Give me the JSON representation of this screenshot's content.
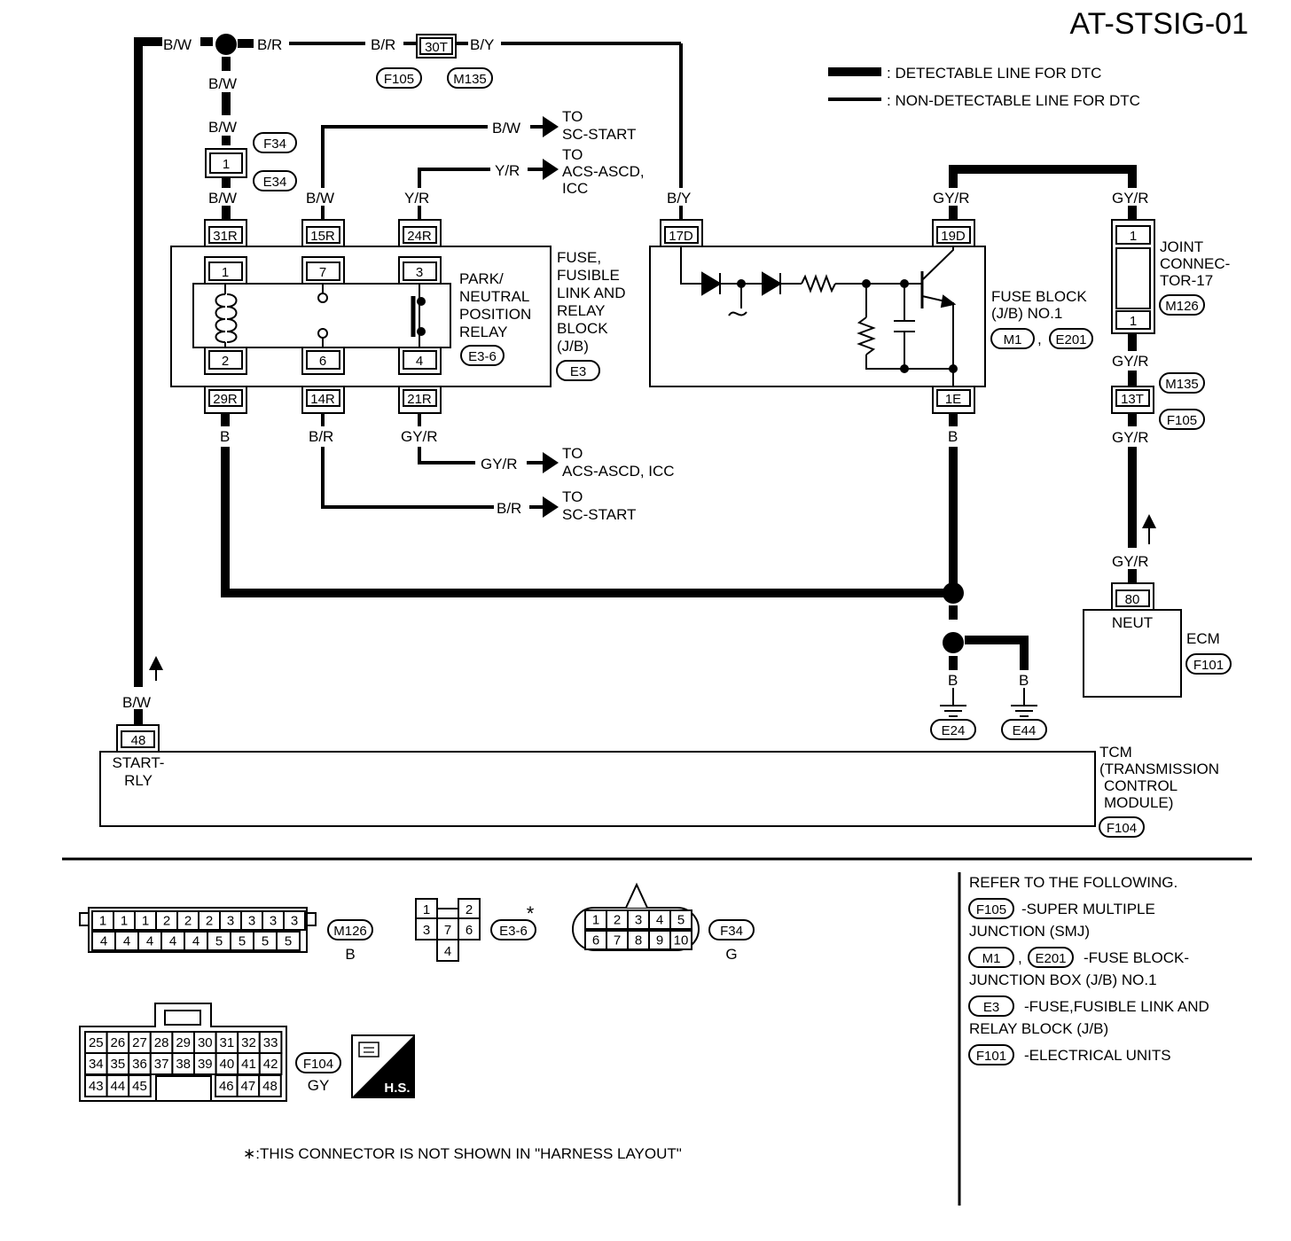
{
  "title": "AT-STSIG-01",
  "legend": {
    "detectable": ": DETECTABLE LINE FOR DTC",
    "non_detectable": ": NON-DETECTABLE LINE FOR DTC"
  },
  "wire_colors": {
    "bw": "B/W",
    "br": "B/R",
    "by": "B/Y",
    "yr": "Y/R",
    "gyr": "GY/R",
    "b": "B"
  },
  "connectors": {
    "f105": "F105",
    "m135": "M135",
    "f34": "F34",
    "e34": "E34",
    "e3": "E3",
    "e3_6": "E3-6",
    "m1": "M1",
    "e201": "E201",
    "m126": "M126",
    "f101": "F101",
    "f104": "F104",
    "e24": "E24",
    "e44": "E44",
    "comma": ","
  },
  "pins": {
    "p30t": "30T",
    "p1": "1",
    "p31r": "31R",
    "p15r": "15R",
    "p24r": "24R",
    "p29r": "29R",
    "p14r": "14R",
    "p21r": "21R",
    "p17d": "17D",
    "p19d": "19D",
    "p1e": "1E",
    "p13t": "13T",
    "p80": "80",
    "p48": "48",
    "r1": "1",
    "r7": "7",
    "r3": "3",
    "r2": "2",
    "r6": "6",
    "r4": "4"
  },
  "arrows": {
    "to": "TO",
    "sc_start": "SC-START",
    "acs_ascd": "ACS-ASCD,",
    "icc": "ICC",
    "acs_ascd_icc": "ACS-ASCD, ICC"
  },
  "components": {
    "relay_lines": [
      "PARK/",
      "NEUTRAL",
      "POSITION",
      "RELAY"
    ],
    "fuse_block_lines": [
      "FUSE,",
      "FUSIBLE",
      "LINK AND",
      "RELAY",
      "BLOCK",
      "(J/B)"
    ],
    "fuse_block_no1_lines": [
      "FUSE BLOCK",
      "(J/B) NO.1"
    ],
    "joint_lines": [
      "JOINT",
      "CONNEC-",
      "TOR-17"
    ],
    "ecm": "ECM",
    "neut": "NEUT",
    "tcm_lines": [
      "TCM",
      "(TRANSMISSION",
      "CONTROL",
      "MODULE)"
    ],
    "start_rly_lines": [
      "START-",
      "RLY"
    ]
  },
  "connector_faces": {
    "m126_top": [
      "1",
      "1",
      "1",
      "2",
      "2",
      "2",
      "3",
      "3",
      "3",
      "3"
    ],
    "m126_bottom": [
      "4",
      "4",
      "4",
      "4",
      "4",
      "5",
      "5",
      "5",
      "5"
    ],
    "m126_color": "B",
    "e36_cells": [
      "1",
      "2",
      "3",
      "7",
      "6",
      "4"
    ],
    "f34_top": [
      "1",
      "2",
      "3",
      "4",
      "5"
    ],
    "f34_bottom": [
      "6",
      "7",
      "8",
      "9",
      "10"
    ],
    "f34_color": "G",
    "f104_row1": [
      "25",
      "26",
      "27",
      "28",
      "29",
      "30",
      "31",
      "32",
      "33"
    ],
    "f104_row2": [
      "34",
      "35",
      "36",
      "37",
      "38",
      "39",
      "40",
      "41",
      "42"
    ],
    "f104_row3a": [
      "43",
      "44",
      "45"
    ],
    "f104_row3b": [
      "46",
      "47",
      "48"
    ],
    "f104_color": "GY",
    "hs": "H.S."
  },
  "note": {
    "star": "*",
    "text": "∗:THIS CONNECTOR IS NOT SHOWN IN \"HARNESS LAYOUT\""
  },
  "refer": {
    "heading": "REFER TO THE FOLLOWING.",
    "items": [
      {
        "tags": [
          "F105"
        ],
        "lines": [
          "-SUPER MULTIPLE",
          "JUNCTION (SMJ)"
        ]
      },
      {
        "tags": [
          "M1",
          "E201"
        ],
        "lines": [
          "-FUSE BLOCK-",
          "JUNCTION BOX (J/B) NO.1"
        ]
      },
      {
        "tags": [
          "E3"
        ],
        "lines": [
          "-FUSE,FUSIBLE LINK AND",
          "RELAY BLOCK (J/B)"
        ]
      },
      {
        "tags": [
          "F101"
        ],
        "lines": [
          "-ELECTRICAL UNITS"
        ]
      }
    ]
  }
}
